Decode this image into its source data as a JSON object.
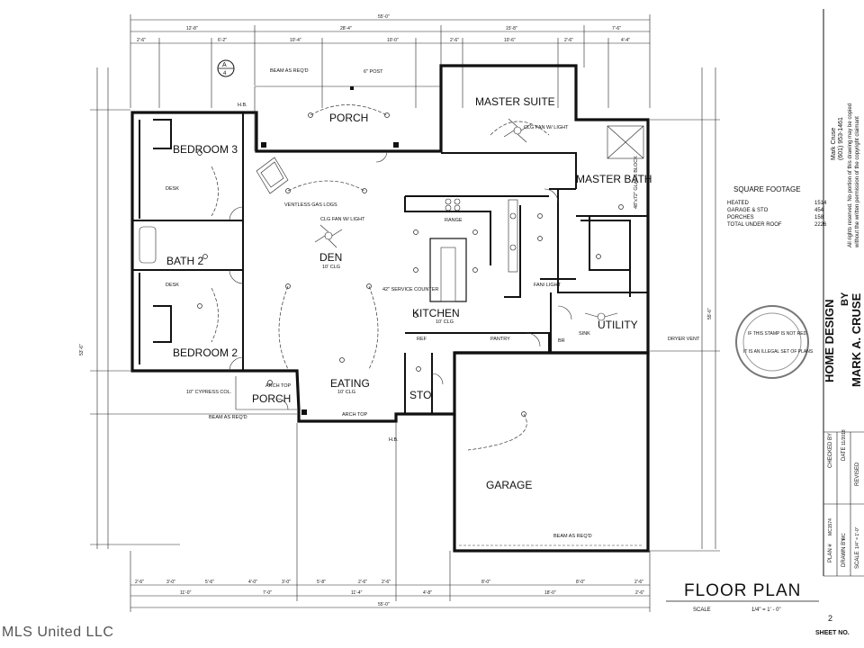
{
  "rooms": {
    "porch_top": "PORCH",
    "master_suite": "MASTER SUITE",
    "bedroom3": "BEDROOM 3",
    "master_bath": "MASTER BATH",
    "bath2": "BATH 2",
    "den": "DEN",
    "den_clg": "10' CLG",
    "kitchen": "KITCHEN",
    "kitchen_clg": "10' CLG",
    "utility": "UTILITY",
    "bedroom2": "BEDROOM 2",
    "eating": "EATING",
    "eating_clg": "10' CLG",
    "sto": "STO",
    "porch_bottom": "PORCH",
    "garage": "GARAGE"
  },
  "notes": {
    "beam_top": "BEAM AS REQ'D",
    "post": "6\" POST",
    "clg_fan_master": "CLG FAN W/ LIGHT",
    "clg_fan_den": "CLG FAN W/ LIGHT",
    "desk1": "DESK",
    "desk2": "DESK",
    "range": "RANGE",
    "vent_logs": "VENTLESS GAS LOGS",
    "service_counter": "42\" SERVICE COUNTER",
    "ref": "REF",
    "pantry": "PANTRY",
    "sink": "SINK",
    "br": "BR",
    "dryer_vent": "DRYER VENT",
    "cypress": "10\" CYPRESS COL.",
    "beam_bottom": "BEAM AS REQ'D",
    "beam_garage": "BEAM AS REQ'D",
    "arch_top1": "ARCH TOP",
    "arch_top2": "ARCH TOP",
    "hb1": "H.B.",
    "hb2": "H.B.",
    "glass_block": "48\"x72\" GLASS BLOCK",
    "fan_light": "FAN/ LIGHT"
  },
  "dimensions_top": {
    "overall": "55'-0\"",
    "seg1": "12'-8\"",
    "seg2": "28'-4\"",
    "seg3": "15'-8\"",
    "seg4": "7'-6\"",
    "row2": [
      "2'-6\"",
      "6'-2\"",
      "10'-4\"",
      "10'-0\"",
      "2'-6\"",
      "10'-6\"",
      "2'-6\"",
      "4'-4\""
    ]
  },
  "dimensions_bottom": {
    "overall": "55'-0\"",
    "row1": [
      "2'-6\"",
      "3'-0\"",
      "5'-6\"",
      "4'-0\"",
      "3'-0\"",
      "5'-8\"",
      "2'-6\"",
      "2'-6\"",
      "8'-0\"",
      "8'-0\"",
      "2'-6\""
    ],
    "row2": [
      "11'-0\"",
      "7'-0\"",
      "11'-4\"",
      "4'-8\"",
      "18'-0\"",
      "2'-6\""
    ]
  },
  "dimensions_side": {
    "left_total": "53'-6\"",
    "right_total": "55'-6\""
  },
  "square_footage": {
    "title": "SQUARE FOOTAGE",
    "rows": [
      {
        "label": "HEATED",
        "value": "1514"
      },
      {
        "label": "GARAGE & STO",
        "value": "454"
      },
      {
        "label": "PORCHES",
        "value": "158"
      },
      {
        "label": "TOTAL UNDER ROOF",
        "value": "2226"
      }
    ]
  },
  "designer": {
    "name": "Mark Cruse",
    "phone": "(601) 953-1461",
    "rights1": "All rights reserved. No portion of this drawing may be copied",
    "rights2": "without the written permission of the copyright claimant",
    "brand1": "HOME DESIGN",
    "brand2": "BY",
    "brand3": "MARK A. CRUSE"
  },
  "stamp": {
    "line1": "IF THIS STAMP IS NOT RED",
    "line2": "IT IS AN ILLEGAL SET OF PLANS"
  },
  "title_block": {
    "checked_by": "CHECKED BY",
    "date": "DATE",
    "date_value": "11/2018",
    "revised": "REVISED",
    "plan_no": "PLAN #",
    "plan_value": "MC1574",
    "drawn_by": "DRAWN BY",
    "drawn_value": "MC",
    "scale": "SCALE",
    "scale_value": "1/4\" = 1'-0\"",
    "sheet_no": "SHEET NO.",
    "sheet_value": "2"
  },
  "floor_plan": {
    "title": "FLOOR PLAN",
    "scale_label": "SCALE",
    "scale_value": "1/4\" = 1' - 0\""
  },
  "section_marker": {
    "letter": "A",
    "num": "4"
  },
  "watermark": "MLS United LLC"
}
